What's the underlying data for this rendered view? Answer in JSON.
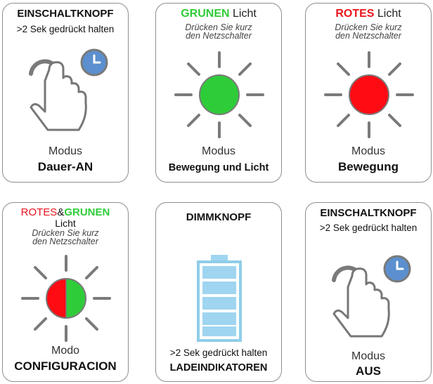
{
  "cards": [
    {
      "title": "EINSCHALTKNOPF",
      "subtitle": ">2 Sek gedrückt halten",
      "mode_label": "Modus",
      "mode_name": "Dauer-AN",
      "icon": "hand-press-clock-icon"
    },
    {
      "title_color_word": "GRUNEN",
      "title_rest": " Licht",
      "hint_line1": "Drücken Sie kurz",
      "hint_line2": "den Netzschalter",
      "mode_label": "Modus",
      "mode_name": "Bewegung und Licht",
      "icon": "green-light-icon",
      "light_color": "#2fcc3a"
    },
    {
      "title_color_word": "ROTES",
      "title_rest": " Licht",
      "hint_line1": "Drücken Sie kurz",
      "hint_line2": "den Netzschalter",
      "mode_label": "Modus",
      "mode_name": "Bewegung",
      "icon": "red-light-icon",
      "light_color": "#ff0b14"
    },
    {
      "title_red_word": "ROTES",
      "title_amp": "&",
      "title_green_word": "GRUNEN",
      "title_line2": "Licht",
      "hint_line1": "Drücken Sie kurz",
      "hint_line2": "den Netzschalter",
      "mode_label": "Modo",
      "mode_name": "CONFIGURACION",
      "icon": "red-green-light-icon"
    },
    {
      "title": "DIMMKNOPF",
      "subtitle": ">2 Sek gedrückt halten",
      "mode_name": "LADEINDIKATOREN",
      "icon": "battery-icon"
    },
    {
      "title": "EINSCHALTKNOPF",
      "subtitle": ">2 Sek gedrückt halten",
      "mode_label": "Modus",
      "mode_name": "AUS",
      "icon": "hand-press-clock-icon"
    }
  ],
  "colors": {
    "green": "#2fcc3a",
    "red": "#e8141e",
    "battery_fill": "#9fd5f0",
    "battery_outline": "#8fcde8",
    "clock_blue": "#5b8fcf"
  }
}
